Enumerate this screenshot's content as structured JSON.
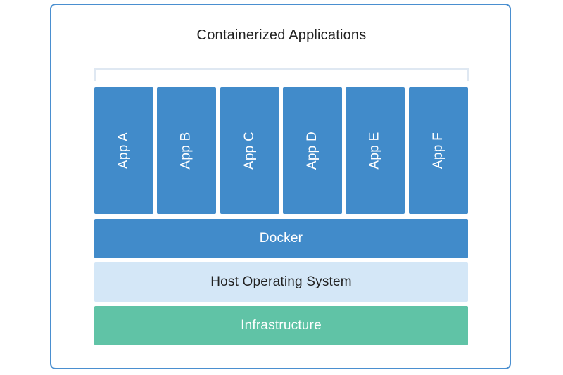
{
  "title": "Containerized Applications",
  "apps": [
    {
      "label": "App A"
    },
    {
      "label": "App B"
    },
    {
      "label": "App C"
    },
    {
      "label": "App D"
    },
    {
      "label": "App E"
    },
    {
      "label": "App F"
    }
  ],
  "layers": {
    "docker": "Docker",
    "host_os": "Host Operating System",
    "infrastructure": "Infrastructure"
  },
  "colors": {
    "border": "#4a8fd0",
    "app_block": "#418bca",
    "docker": "#418bca",
    "host_os": "#d4e7f7",
    "infrastructure": "#60c3a6",
    "bracket": "#dfe8f2"
  }
}
